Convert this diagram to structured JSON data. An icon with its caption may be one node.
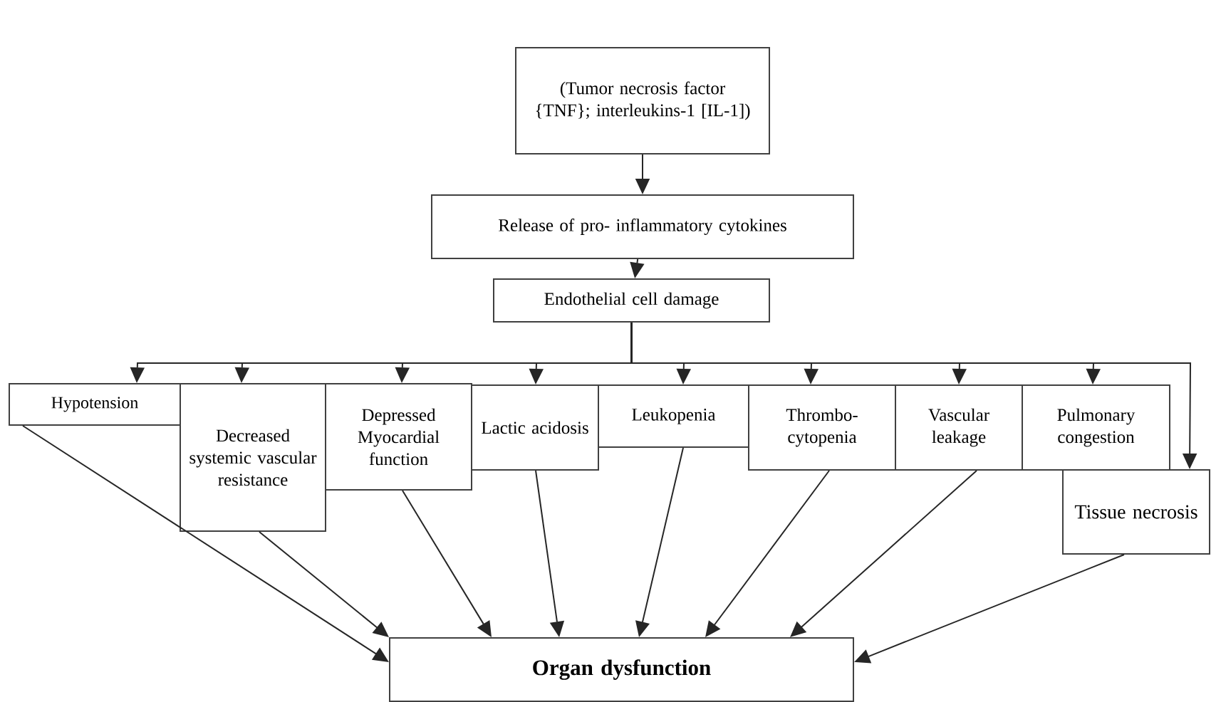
{
  "diagram": {
    "nodes": [
      {
        "text": [
          "(Tumor necrosis factor {TNF}; interleukins-1 [IL-1])"
        ]
      },
      {
        "text": [
          "Release of pro- inflammatory cytokines"
        ]
      },
      {
        "text": [
          "Endothelial cell damage"
        ]
      },
      {
        "text": [
          "Hypotension"
        ]
      },
      {
        "text": [
          "Decreased systemic vascular resistance"
        ]
      },
      {
        "text": [
          "Depressed Myocardial function"
        ]
      },
      {
        "text": [
          "Lactic acidosis"
        ]
      },
      {
        "text": [
          "Leukopenia"
        ]
      },
      {
        "text": [
          "Thrombo- cytopenia"
        ]
      },
      {
        "text": [
          "Vascular leakage"
        ]
      },
      {
        "text": [
          "Pulmonary congestion"
        ]
      },
      {
        "text": [
          "Tissue necrosis"
        ]
      },
      {
        "text": [
          "Organ dysfunction"
        ]
      }
    ],
    "edges": [
      {
        "from": 0,
        "to": 1,
        "arrow": "to"
      },
      {
        "from": 1,
        "to": 2,
        "arrow": "to"
      },
      {
        "from": 2,
        "to": 3,
        "arrow": "to"
      },
      {
        "from": 2,
        "to": 4,
        "arrow": "to"
      },
      {
        "from": 2,
        "to": 5,
        "arrow": "to"
      },
      {
        "from": 2,
        "to": 6,
        "arrow": "to"
      },
      {
        "from": 2,
        "to": 7,
        "arrow": "to"
      },
      {
        "from": 2,
        "to": 8,
        "arrow": "to"
      },
      {
        "from": 2,
        "to": 9,
        "arrow": "to"
      },
      {
        "from": 2,
        "to": 10,
        "arrow": "to"
      },
      {
        "from": 2,
        "to": 11,
        "arrow": "to"
      },
      {
        "from": 3,
        "to": 12,
        "arrow": "to"
      },
      {
        "from": 4,
        "to": 12,
        "arrow": "to"
      },
      {
        "from": 5,
        "to": 12,
        "arrow": "to"
      },
      {
        "from": 6,
        "to": 12,
        "arrow": "to"
      },
      {
        "from": 7,
        "to": 12,
        "arrow": "to"
      },
      {
        "from": 8,
        "to": 12,
        "arrow": "to"
      },
      {
        "from": 9,
        "to": 12,
        "arrow": "to"
      },
      {
        "from": 11,
        "to": 12,
        "arrow": "to"
      }
    ]
  }
}
